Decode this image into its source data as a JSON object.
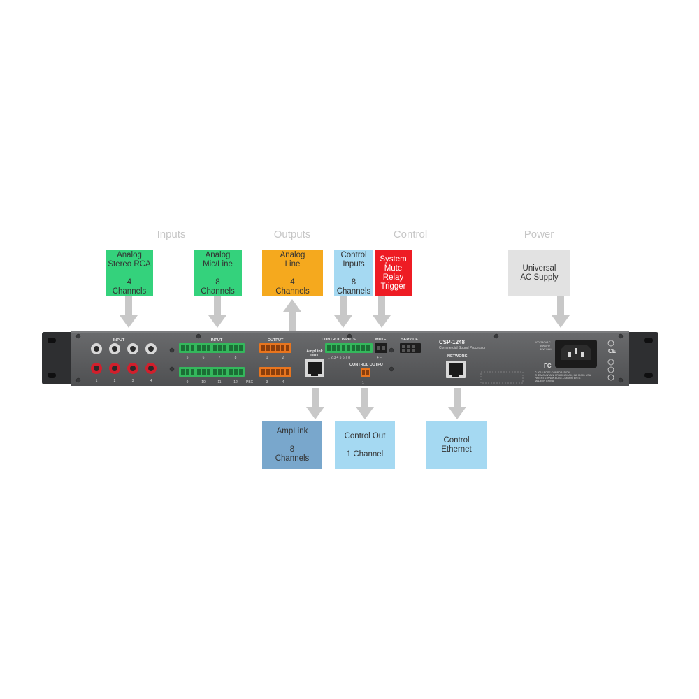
{
  "categories": {
    "inputs": "Inputs",
    "outputs": "Outputs",
    "control": "Control",
    "power": "Power"
  },
  "boxes": {
    "analog_rca": {
      "lines": [
        "Analog",
        "Stereo RCA",
        "",
        "4",
        "Channels"
      ]
    },
    "analog_mic": {
      "lines": [
        "Analog",
        "Mic/Line",
        "",
        "8",
        "Channels"
      ]
    },
    "analog_line": {
      "lines": [
        "Analog",
        "Line",
        "",
        "4",
        "Channels"
      ]
    },
    "control_inputs": {
      "lines": [
        "Control",
        "Inputs",
        "",
        "8",
        "Channels"
      ]
    },
    "system_mute": {
      "lines": [
        "System",
        "Mute",
        "Relay",
        "Trigger"
      ]
    },
    "universal_ac": {
      "lines": [
        "Universal",
        "AC Supply"
      ]
    },
    "amplink": {
      "lines": [
        "AmpLink",
        "",
        "8",
        "Channels"
      ]
    },
    "control_out": {
      "lines": [
        "Control Out",
        "",
        "1 Channel"
      ]
    },
    "control_ethernet": {
      "lines": [
        "Control",
        "Ethernet"
      ]
    }
  },
  "colors": {
    "green": "#34d27c",
    "orange": "#f5a91e",
    "light_blue": "#a5d9f2",
    "red": "#ee1c24",
    "gray_box": "#e2e2e2",
    "steel_blue": "#79a7cc",
    "arrow": "#c8c8c8",
    "chassis": "#5a5b5d"
  },
  "device": {
    "model": "CSP-1248",
    "subtitle": "Commercial Sound Processor",
    "input_label": "INPUT",
    "input2_label": "INPUT",
    "output_label": "OUTPUT",
    "control_inputs_label": "CONTROL INPUTS",
    "amplink_label": "AmpLink",
    "amplink_out": "OUT",
    "control_output_label": "CONTROL OUTPUT",
    "mute_label": "MUTE",
    "service_label": "SERVICE",
    "network_label": "NETWORK",
    "rca_numbers": [
      "1",
      "2",
      "3",
      "4"
    ],
    "mic_top_numbers": [
      "5",
      "6",
      "7",
      "8"
    ],
    "mic_bottom_numbers": [
      "9",
      "10",
      "11",
      "12"
    ],
    "pbx": "PBX",
    "out_top_numbers": [
      "1",
      "2"
    ],
    "out_bottom_numbers": [
      "3",
      "4"
    ],
    "ctrl_numbers": "1 2 3 4 5 6 7 8",
    "ctrl_out_numbers": "1",
    "mute_pol": "+ −",
    "power_rating": [
      "100-240VAC",
      "50/60Hz",
      "40W MAX"
    ],
    "copyright": [
      "© 2018 BOSE CORPORATION",
      "THE MOUNTAIN, FRAMINGHAM, MA 01701 USA",
      "PATENTS: WWW.BOSE.COM/PATENTS",
      "MADE IN CHINA"
    ],
    "fcc": "FC",
    "ce": "CE"
  }
}
